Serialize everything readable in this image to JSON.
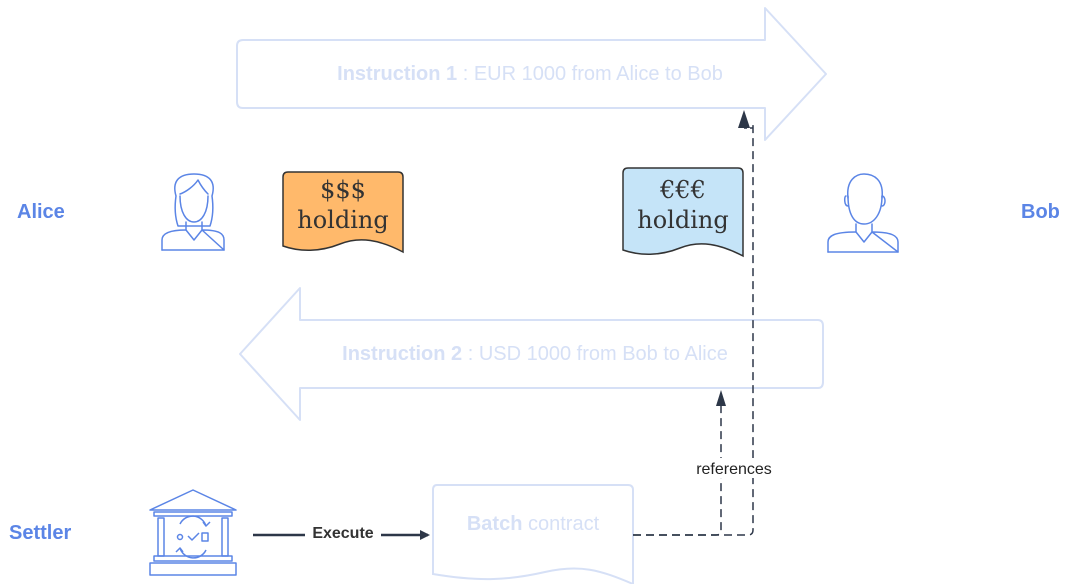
{
  "parties": {
    "alice": "Alice",
    "bob": "Bob",
    "settler": "Settler"
  },
  "instruction1": {
    "name": "Instruction 1",
    "detail": " : EUR 1000 from Alice to Bob"
  },
  "instruction2": {
    "name": "Instruction 2",
    "detail": " : USD 1000 from Bob to Alice"
  },
  "usd_holding": {
    "symbol": "$$$",
    "label": "holding",
    "color": "#ffb96b"
  },
  "eur_holding": {
    "symbol": "€€€",
    "label": "holding",
    "color": "#c5e4f8"
  },
  "batch": {
    "bold": "Batch",
    "rest": " contract"
  },
  "edges": {
    "execute": "Execute",
    "references": "references"
  },
  "icons": {
    "alice": "female-user-icon",
    "bob": "male-user-icon",
    "settler": "bank-icon"
  },
  "colors": {
    "label_blue": "#5b85e6",
    "faded_outline": "#d6e0f6",
    "arrow_dark": "#2d3748"
  }
}
